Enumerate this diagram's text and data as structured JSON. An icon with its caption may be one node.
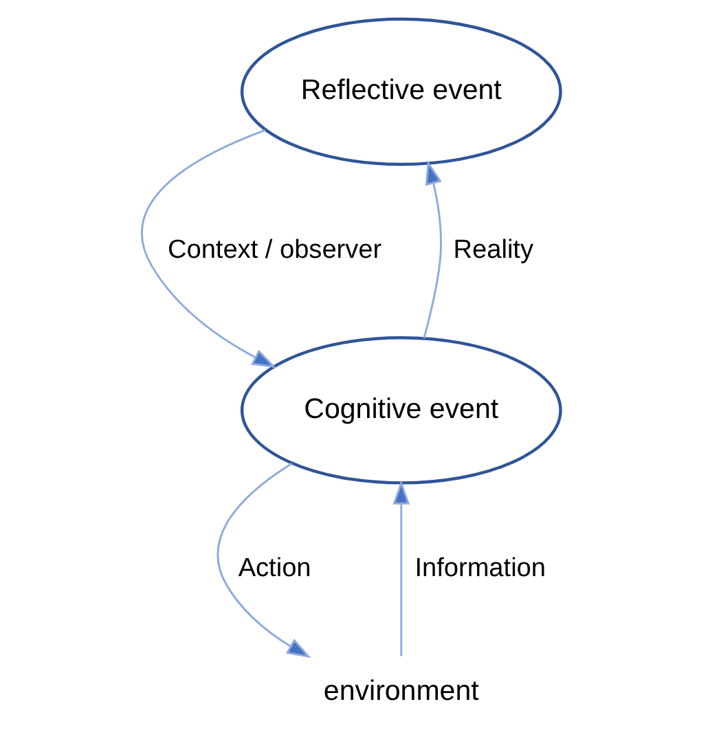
{
  "diagram": {
    "nodes": [
      {
        "text": [
          "Reflective event"
        ]
      },
      {
        "text": [
          "Cognitive event"
        ]
      },
      {
        "text": [
          "environment"
        ]
      }
    ],
    "edges": [
      {
        "from": 0,
        "to": 1,
        "arrow": "to",
        "label": "Context / observer"
      },
      {
        "from": 1,
        "to": 0,
        "arrow": "to",
        "label": "Reality"
      },
      {
        "from": 1,
        "to": 2,
        "arrow": "to",
        "label": "Action"
      },
      {
        "from": 2,
        "to": 1,
        "arrow": "to",
        "label": "Information"
      }
    ]
  }
}
